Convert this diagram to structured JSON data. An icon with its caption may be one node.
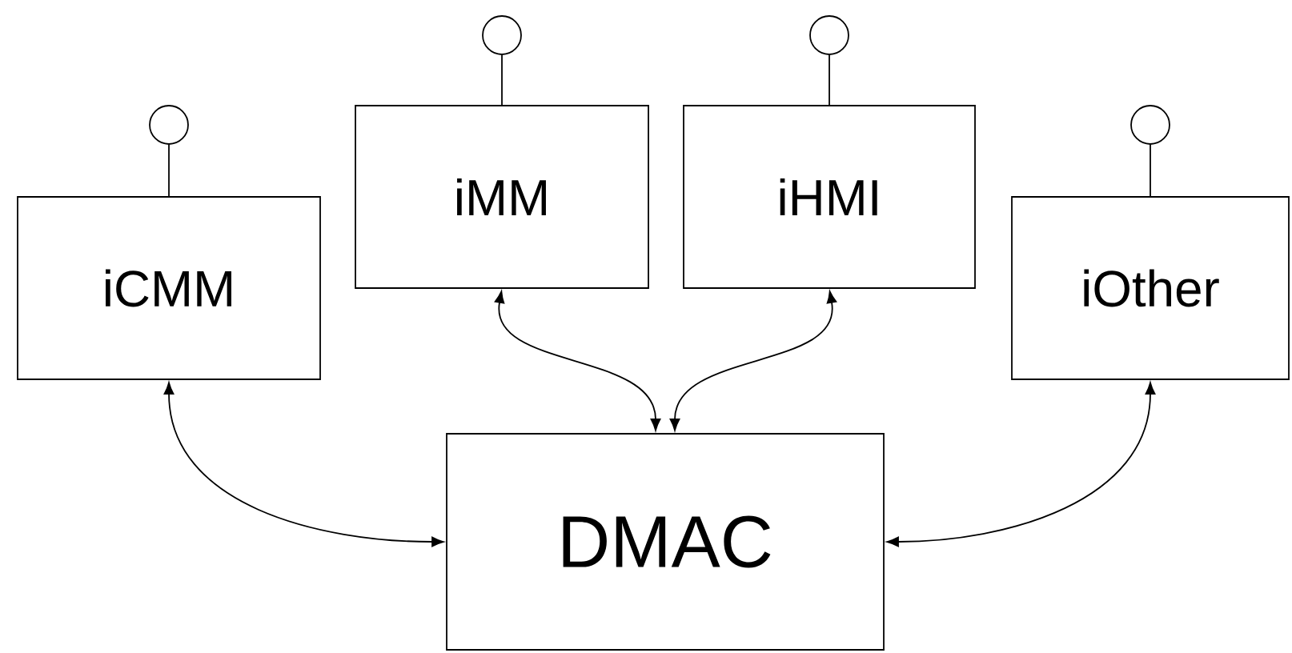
{
  "diagram": {
    "nodes": [
      {
        "text": [
          "iCMM"
        ]
      },
      {
        "text": [
          "iMM"
        ]
      },
      {
        "text": [
          "iHMI"
        ]
      },
      {
        "text": [
          "iOther"
        ]
      },
      {
        "text": [
          "DMAC"
        ]
      },
      {
        "text": [],
        "shape": "circle"
      },
      {
        "text": [],
        "shape": "circle"
      },
      {
        "text": [],
        "shape": "circle"
      },
      {
        "text": [],
        "shape": "circle"
      }
    ],
    "edges": [
      {
        "from": 0,
        "to": 4,
        "arrow": "both"
      },
      {
        "from": 1,
        "to": 4,
        "arrow": "both"
      },
      {
        "from": 2,
        "to": 4,
        "arrow": "both"
      },
      {
        "from": 3,
        "to": 4,
        "arrow": "both"
      },
      {
        "from": 5,
        "to": 0,
        "arrow": "none"
      },
      {
        "from": 6,
        "to": 1,
        "arrow": "none"
      },
      {
        "from": 7,
        "to": 2,
        "arrow": "none"
      },
      {
        "from": 8,
        "to": 3,
        "arrow": "none"
      }
    ]
  }
}
